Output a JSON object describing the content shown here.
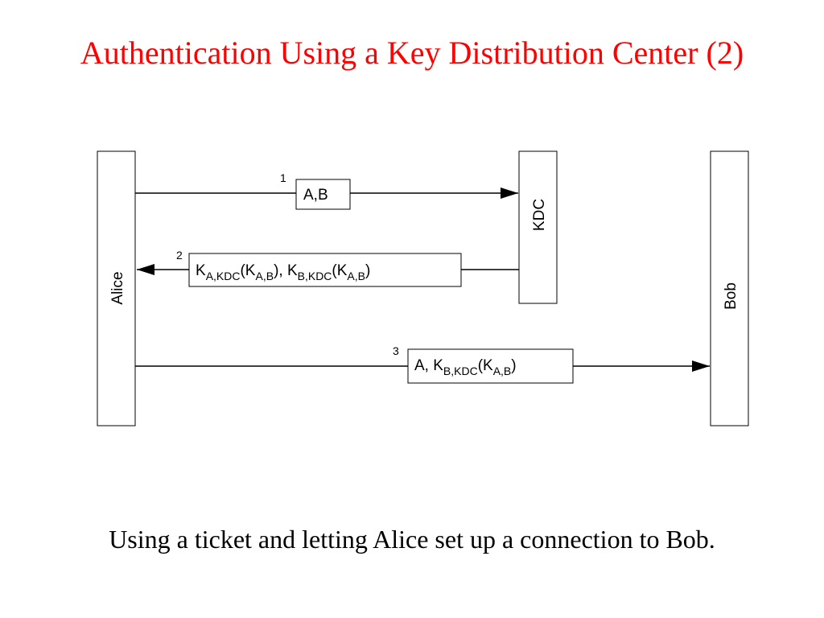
{
  "title": "Authentication Using a Key Distribution Center (2)",
  "caption": "Using a ticket and letting Alice set up a connection to Bob.",
  "colors": {
    "title": "#ff0000",
    "lines": "#000000"
  },
  "diagram": {
    "parties": {
      "alice": "Alice",
      "kdc": "KDC",
      "bob": "Bob"
    },
    "messages": [
      {
        "number": "1",
        "text": "A,B"
      },
      {
        "number": "2",
        "text": "K_{A,KDC}(K_{A,B}), K_{B,KDC}(K_{A,B})"
      },
      {
        "number": "3",
        "text": "A, K_{B,KDC}(K_{A,B})"
      }
    ],
    "m2": {
      "k1": "K",
      "k1sub": "A,KDC",
      "open1": "(K",
      "k2sub": "A,B",
      "close1": "), K",
      "k3sub": "B,KDC",
      "open2": "(K",
      "k4sub": "A,B",
      "close2": ")"
    },
    "m3": {
      "lead": "A, K",
      "k1sub": "B,KDC",
      "open": "(K",
      "k2sub": "A,B",
      "close": ")"
    }
  }
}
